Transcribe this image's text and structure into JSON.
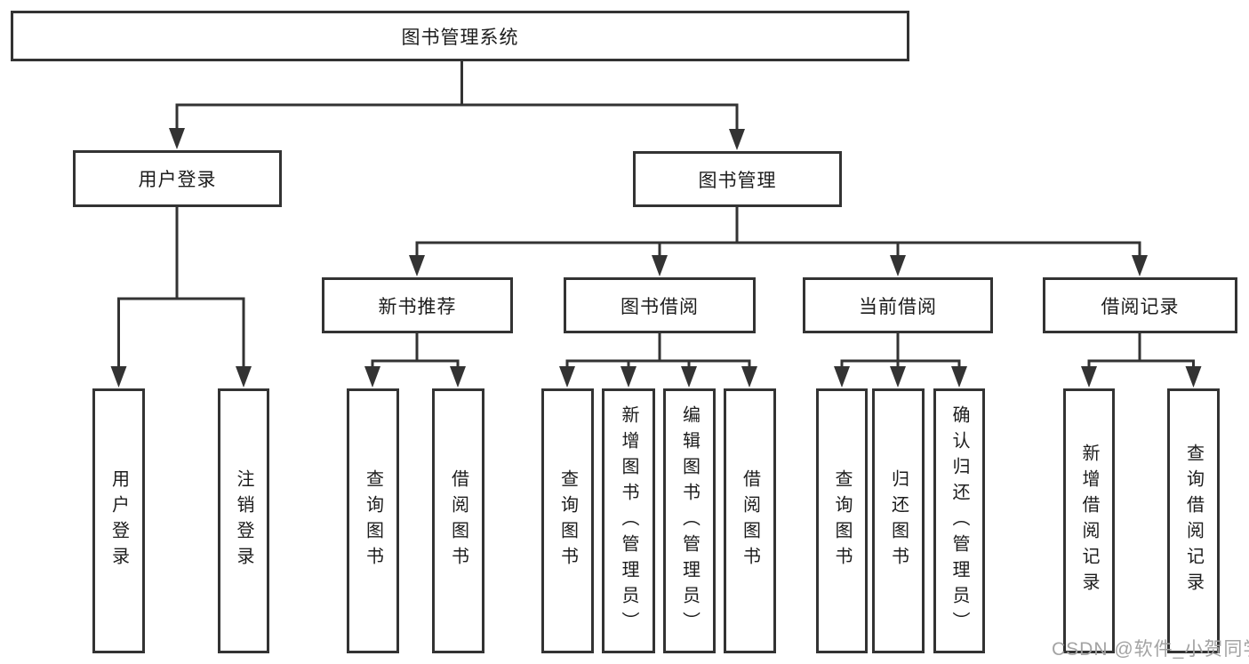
{
  "colors": {
    "line": "#333333",
    "box_border": "#333333",
    "text": "#1c1c1c",
    "watermark": "#a3a3a3",
    "background": "#ffffff"
  },
  "tree": {
    "root": {
      "label": "图书管理系统"
    },
    "level2": [
      {
        "label": "用户登录",
        "children": [
          {
            "label": "用户登录"
          },
          {
            "label": "注销登录"
          }
        ]
      },
      {
        "label": "图书管理",
        "children": [
          {
            "label": "新书推荐",
            "children": [
              {
                "label": "查询图书"
              },
              {
                "label": "借阅图书"
              }
            ]
          },
          {
            "label": "图书借阅",
            "children": [
              {
                "label": "查询图书"
              },
              {
                "label": "新增图书（管理员）"
              },
              {
                "label": "编辑图书（管理员）"
              },
              {
                "label": "借阅图书"
              }
            ]
          },
          {
            "label": "当前借阅",
            "children": [
              {
                "label": "查询图书"
              },
              {
                "label": "归还图书"
              },
              {
                "label": "确认归还（管理员）"
              }
            ]
          },
          {
            "label": "借阅记录",
            "children": [
              {
                "label": "新增借阅记录"
              },
              {
                "label": "查询借阅记录"
              }
            ]
          }
        ]
      }
    ]
  },
  "watermark": {
    "text": "CSDN @软件_小贺同学"
  }
}
